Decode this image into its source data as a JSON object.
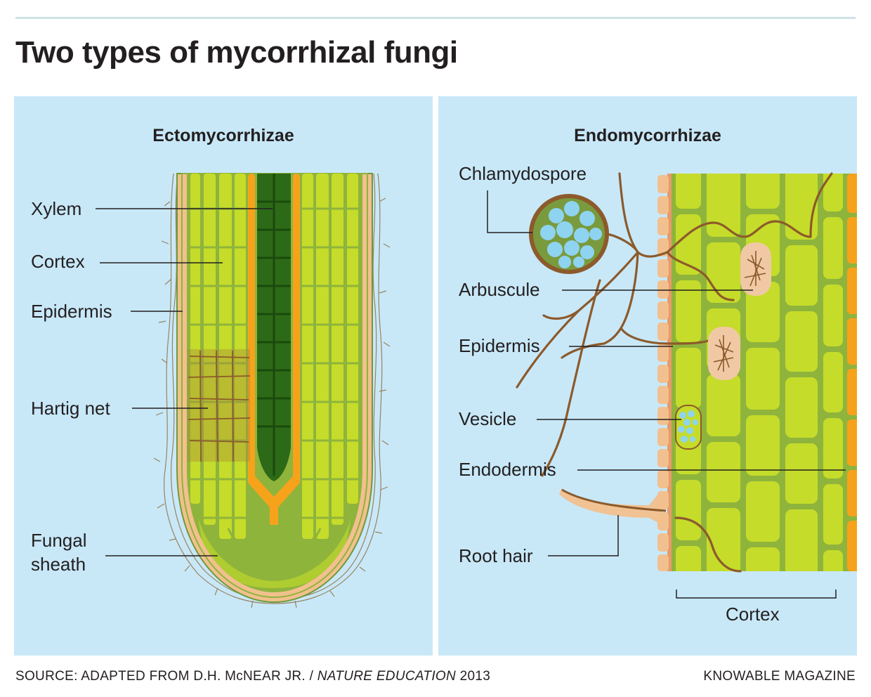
{
  "title": "Two types of mycorrhizal fungi",
  "ecto": {
    "heading": "Ectomycorrhizae",
    "labels": {
      "xylem": "Xylem",
      "cortex": "Cortex",
      "epidermis": "Epidermis",
      "hartig_net": "Hartig net",
      "fungal_sheath_line1": "Fungal",
      "fungal_sheath_line2": "sheath"
    }
  },
  "endo": {
    "heading": "Endomycorrhizae",
    "labels": {
      "chlamydospore": "Chlamydospore",
      "arbuscule": "Arbuscule",
      "epidermis": "Epidermis",
      "vesicle": "Vesicle",
      "endodermis": "Endodermis",
      "root_hair": "Root hair",
      "cortex": "Cortex"
    }
  },
  "footer": {
    "source_prefix": "SOURCE: ADAPTED FROM D.H. McNEAR JR. / ",
    "source_italic": "NATURE EDUCATION",
    "source_year": " 2013",
    "credit": "KNOWABLE MAGAZINE"
  },
  "colors": {
    "panel_bg": "#c8e8f8",
    "cortex_cell": "#c5dc2a",
    "cortex_bg": "#8fb43c",
    "xylem": "#2d6a18",
    "endodermis": "#f7a21b",
    "epidermis": "#f2c08e",
    "fungus": "#8c5a2b"
  }
}
